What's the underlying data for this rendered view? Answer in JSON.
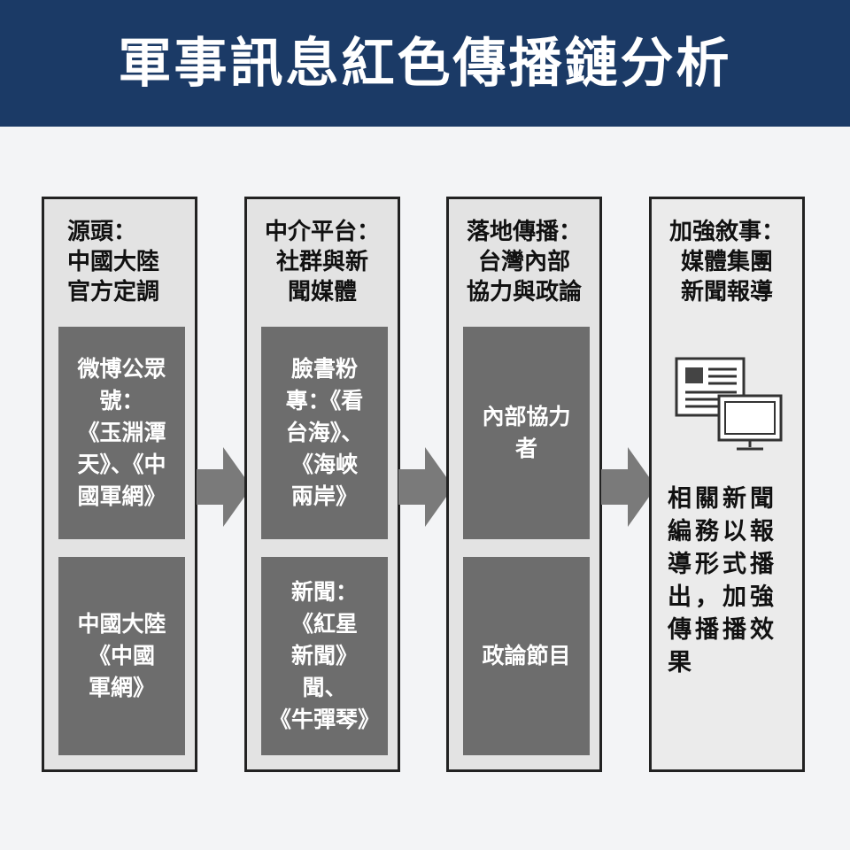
{
  "title": "軍事訊息紅色傳播鏈分析",
  "columns": [
    {
      "heading": "源頭：\n中國大陸\n官方定調",
      "boxes": [
        "微博公眾\n號：\n《玉淵潭\n天》、《中\n國軍網》",
        "中國大陸\n《中國\n軍網》"
      ]
    },
    {
      "heading": "中介平台：\n社群與新\n聞媒體",
      "boxes": [
        "臉書粉\n專：《看\n台海》、\n《海峽\n兩岸》",
        "新聞：\n《紅星\n新聞》\n聞、\n《牛彈琴》"
      ]
    },
    {
      "heading": "落地傳播：\n台灣內部\n協力與政論",
      "boxes": [
        "內部協力\n者",
        "政論節目"
      ]
    },
    {
      "heading": "加強敘事：\n媒體集團\n新聞報導",
      "body": "相關新聞\n編務以報\n導形式播\n出，加強\n傳播播效\n果",
      "icon": "newspaper-monitor-icon"
    }
  ],
  "colors": {
    "header_bg": "#1b3a66",
    "box_bg": "#6d6d6d",
    "arrow": "#7a7a7a",
    "column_bg": "#e3e3e3"
  }
}
